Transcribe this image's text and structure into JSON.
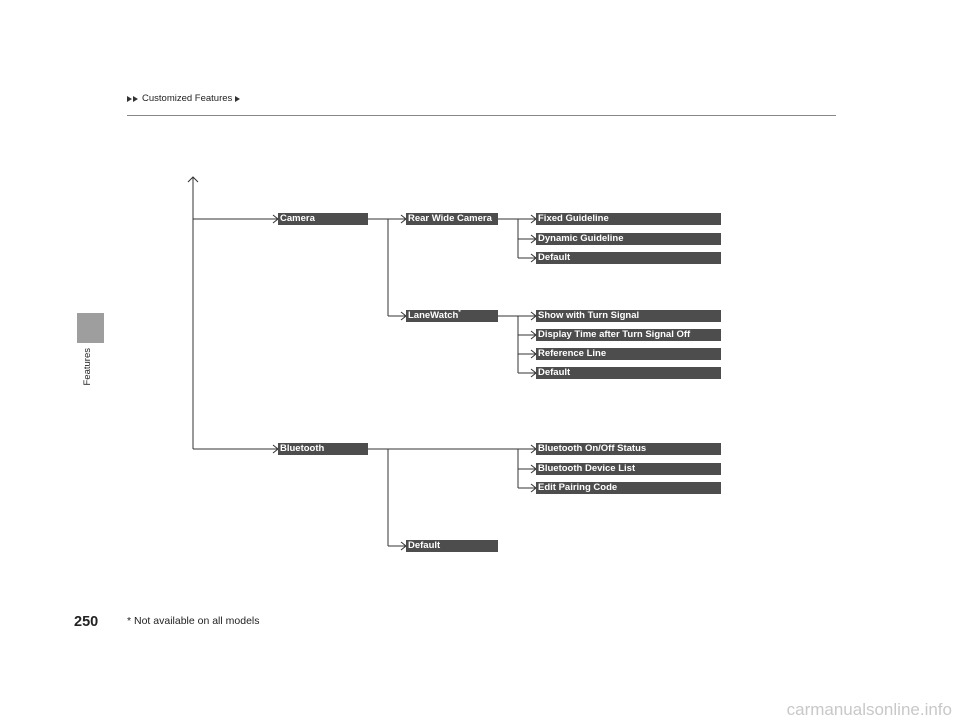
{
  "header": {
    "breadcrumb_item": "Customized Features"
  },
  "sidebar": {
    "section_label": "Features"
  },
  "page": {
    "number": "250",
    "footnote": "* Not available on all models"
  },
  "tree": {
    "camera": {
      "label": "Camera",
      "rear_wide_camera": {
        "label": "Rear Wide Camera",
        "items": [
          "Fixed Guideline",
          "Dynamic Guideline",
          "Default"
        ]
      },
      "lanewatch": {
        "label": "LaneWatch",
        "mark": "*",
        "items": [
          "Show with Turn Signal",
          "Display Time after Turn Signal Off",
          "Reference Line",
          "Default"
        ]
      }
    },
    "bluetooth": {
      "label": "Bluetooth",
      "items": [
        "Bluetooth On/Off Status",
        "Bluetooth Device List",
        "Edit Pairing Code"
      ],
      "default_label": "Default"
    }
  },
  "watermark": "carmanualsonline.info"
}
